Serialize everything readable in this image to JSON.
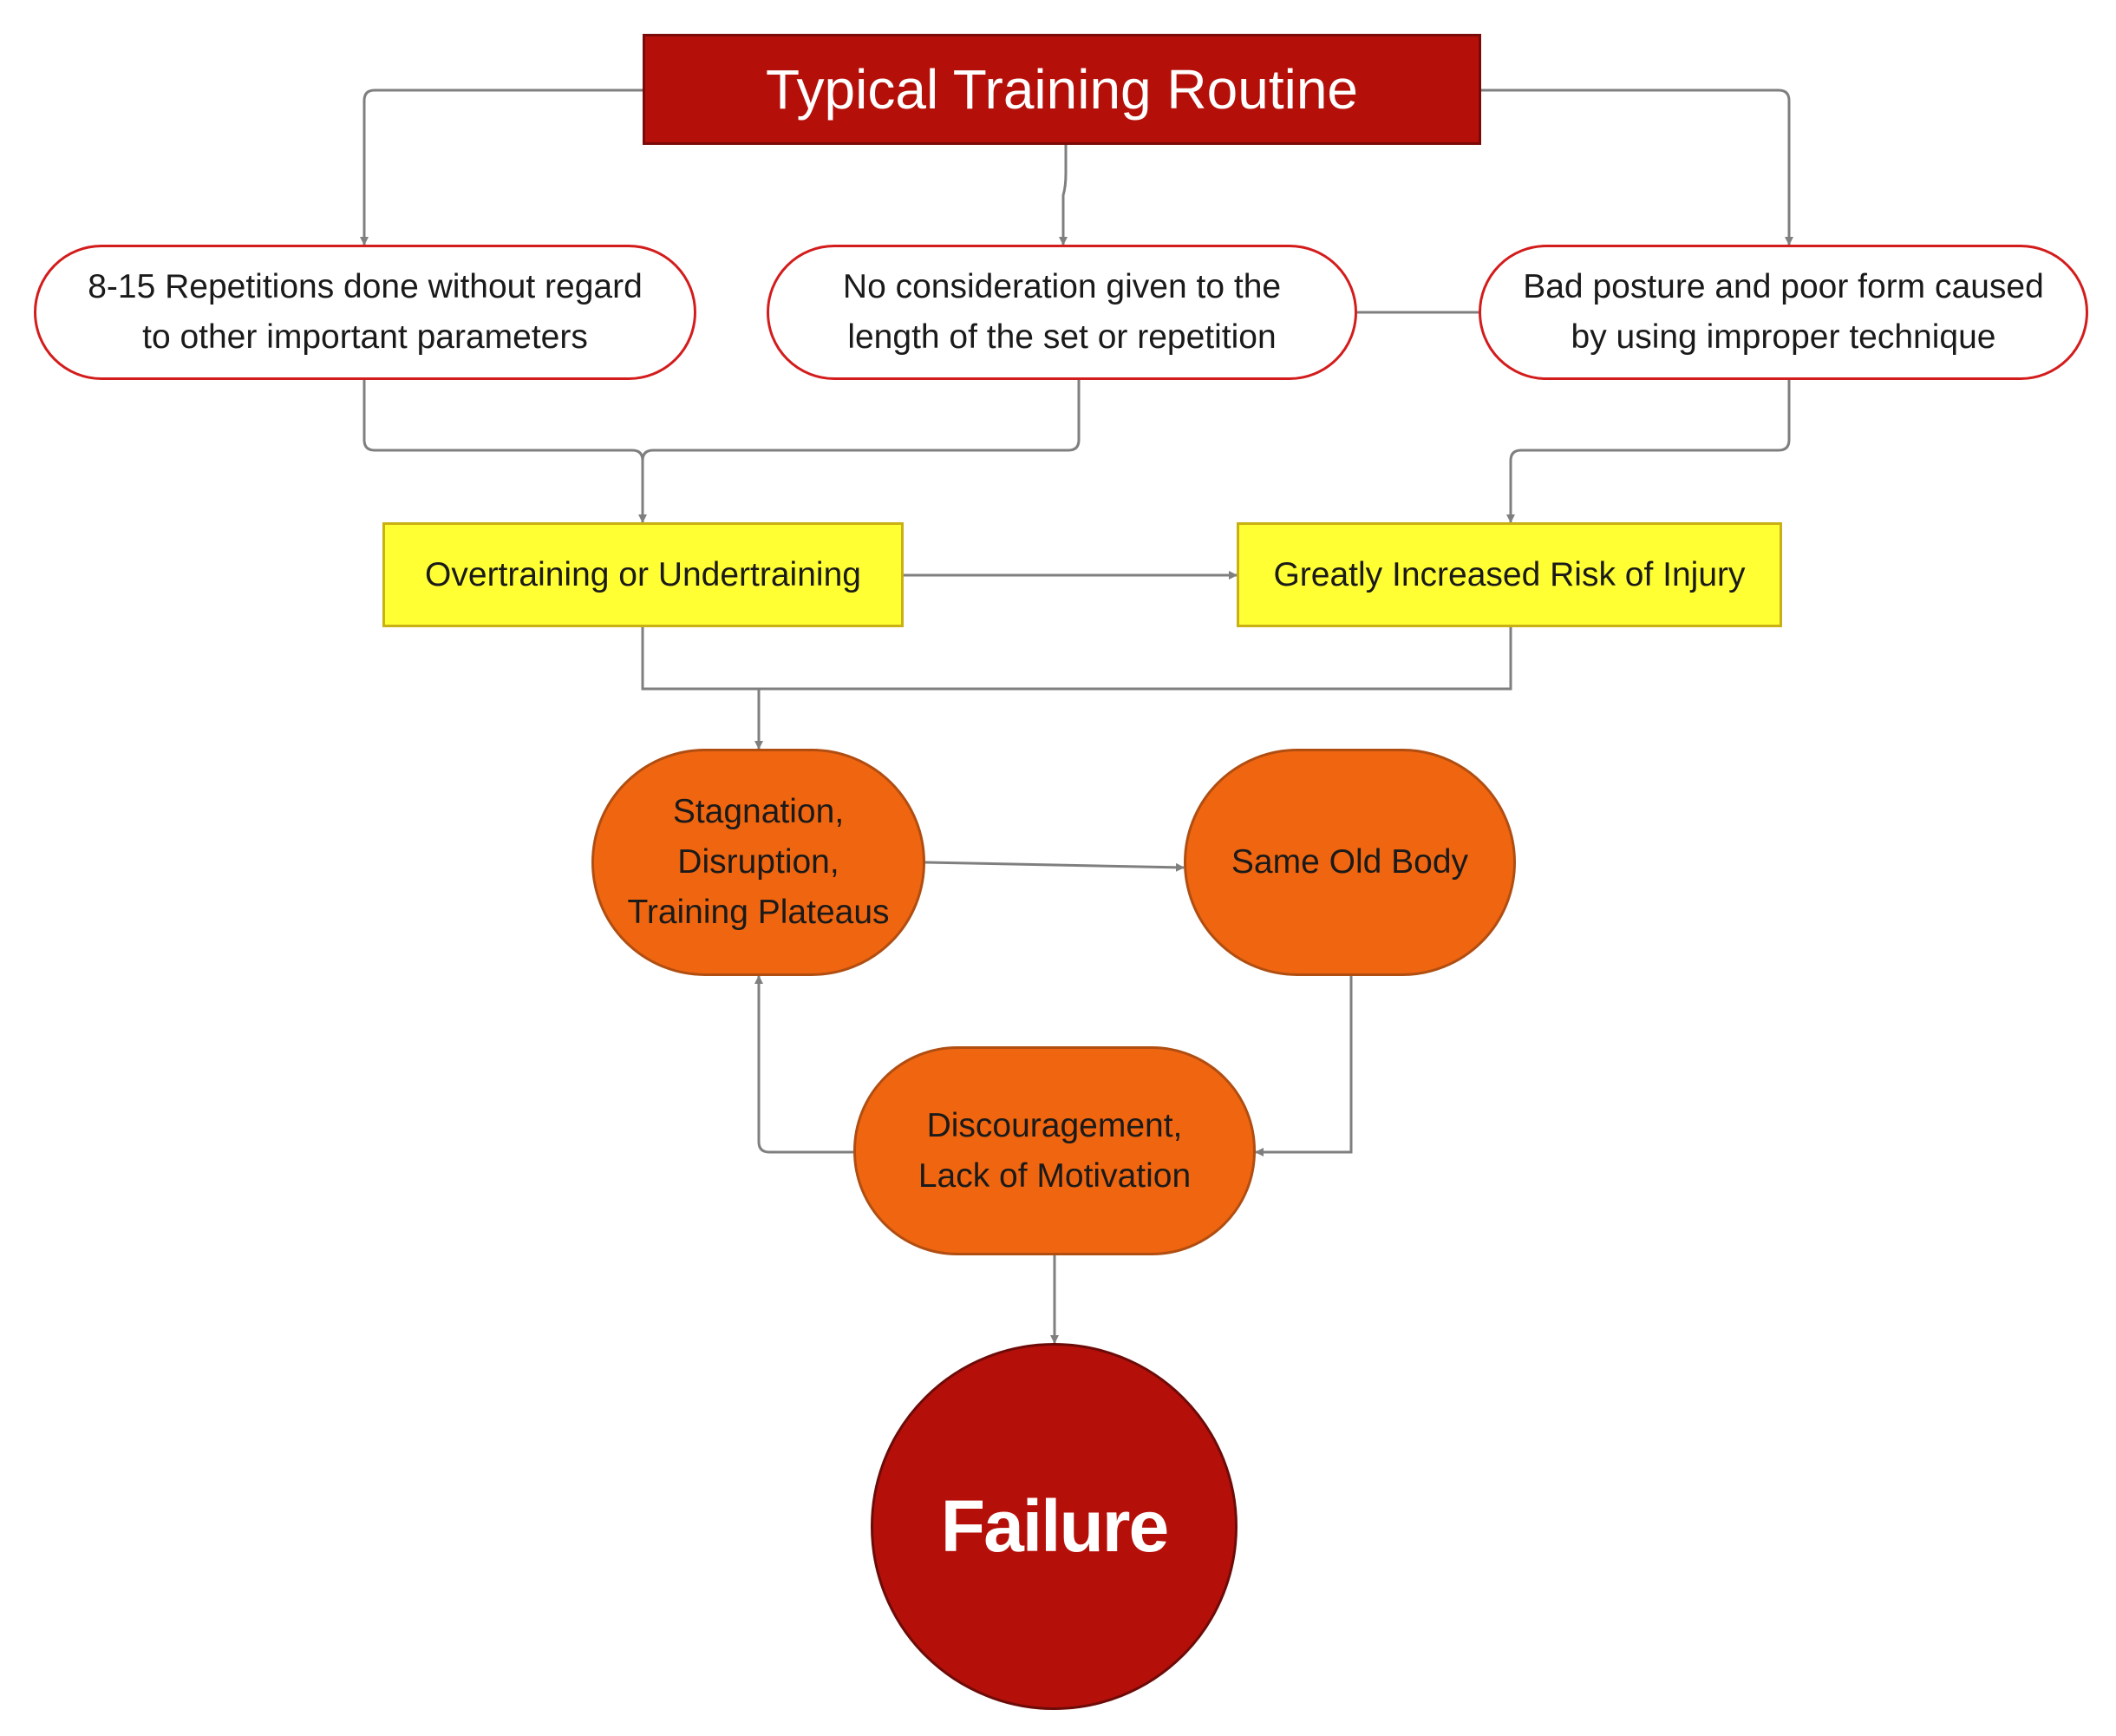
{
  "colors": {
    "title_fill": "#b50f0a",
    "pill_border": "#d31c1c",
    "yellow_fill": "#ffff33",
    "orange_fill": "#f06510",
    "failure_fill": "#b50f0a",
    "connector": "#7f7f7f"
  },
  "nodes": {
    "title": "Typical Training Routine",
    "reps": "8-15 Repetitions done without regard\nto other important parameters",
    "length": "No consideration given to the\nlength of the set or repetition",
    "posture": "Bad posture and poor form caused\nby using improper technique",
    "overtraining": "Overtraining or Undertraining",
    "risk": "Greatly Increased Risk of Injury",
    "stagnation": "Stagnation,\nDisruption,\nTraining Plateaus",
    "same_body": "Same Old Body",
    "discouragement": "Discouragement,\nLack of Motivation",
    "failure": "Failure"
  }
}
